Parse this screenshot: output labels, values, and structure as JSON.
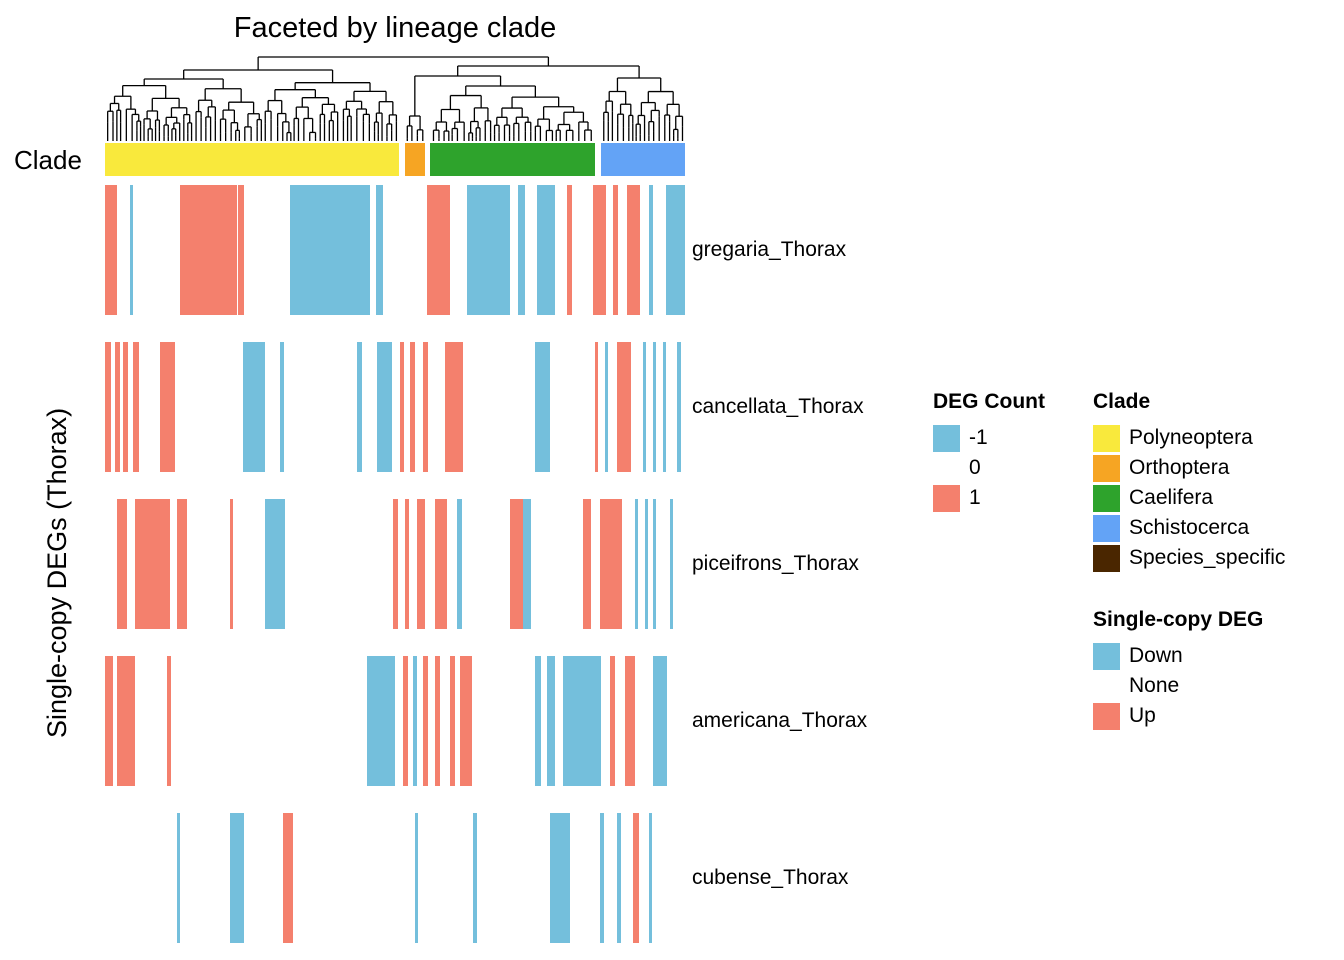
{
  "title": "Faceted by lineage clade",
  "y_axis_label": "Single-copy DEGs (Thorax)",
  "clade_label": "Clade",
  "colors": {
    "up": "#F4806D",
    "down": "#74BFDC",
    "none": "#FFFFFF",
    "polyneoptera": "#F9E93C",
    "orthoptera": "#F6A523",
    "caelifera": "#2EA32C",
    "schistocerca": "#63A3F6",
    "species_specific": "#4A2600"
  },
  "chart_data": {
    "type": "heatmap",
    "title": "Faceted by lineage clade",
    "ylabel": "Single-copy DEGs (Thorax)",
    "xlabel": "",
    "value_domain": [
      -1,
      0,
      1
    ],
    "value_colors": {
      "-1": "#74BFDC",
      "0": "#FFFFFF",
      "1": "#F4806D"
    },
    "top_annotation": "dendrogram (hierarchical clustering of genes, faceted by lineage clade)",
    "clade_bar": [
      {
        "clade": "Polyneoptera",
        "start_frac": 0.0,
        "end_frac": 0.507,
        "color": "#F9E93C"
      },
      {
        "clade": "Orthoptera",
        "start_frac": 0.517,
        "end_frac": 0.552,
        "color": "#F6A523"
      },
      {
        "clade": "Caelifera",
        "start_frac": 0.56,
        "end_frac": 0.845,
        "color": "#2EA32C"
      },
      {
        "clade": "Schistocerca",
        "start_frac": 0.855,
        "end_frac": 1.0,
        "color": "#63A3F6"
      }
    ],
    "rows": [
      {
        "label": "gregaria_Thorax",
        "segments": [
          [
            0.0,
            0.021,
            1
          ],
          [
            0.043,
            0.006,
            -1
          ],
          [
            0.129,
            0.098,
            1
          ],
          [
            0.229,
            0.01,
            1
          ],
          [
            0.319,
            0.138,
            -1
          ],
          [
            0.467,
            0.012,
            -1
          ],
          [
            0.555,
            0.04,
            1
          ],
          [
            0.624,
            0.074,
            -1
          ],
          [
            0.712,
            0.012,
            -1
          ],
          [
            0.745,
            0.031,
            -1
          ],
          [
            0.797,
            0.009,
            1
          ],
          [
            0.841,
            0.022,
            1
          ],
          [
            0.876,
            0.009,
            1
          ],
          [
            0.9,
            0.022,
            1
          ],
          [
            0.938,
            0.007,
            -1
          ],
          [
            0.967,
            0.033,
            -1
          ]
        ]
      },
      {
        "label": "cancellata_Thorax",
        "segments": [
          [
            0.0,
            0.01,
            1
          ],
          [
            0.017,
            0.009,
            1
          ],
          [
            0.031,
            0.009,
            1
          ],
          [
            0.048,
            0.01,
            1
          ],
          [
            0.095,
            0.026,
            1
          ],
          [
            0.238,
            0.038,
            -1
          ],
          [
            0.302,
            0.007,
            -1
          ],
          [
            0.434,
            0.009,
            -1
          ],
          [
            0.469,
            0.026,
            -1
          ],
          [
            0.509,
            0.007,
            1
          ],
          [
            0.526,
            0.009,
            1
          ],
          [
            0.548,
            0.009,
            1
          ],
          [
            0.586,
            0.031,
            1
          ],
          [
            0.741,
            0.026,
            -1
          ],
          [
            0.845,
            0.005,
            1
          ],
          [
            0.862,
            0.005,
            -1
          ],
          [
            0.883,
            0.024,
            1
          ],
          [
            0.928,
            0.005,
            -1
          ],
          [
            0.945,
            0.005,
            -1
          ],
          [
            0.962,
            0.005,
            -1
          ],
          [
            0.986,
            0.007,
            -1
          ]
        ]
      },
      {
        "label": "piceifrons_Thorax",
        "segments": [
          [
            0.021,
            0.017,
            1
          ],
          [
            0.052,
            0.06,
            1
          ],
          [
            0.124,
            0.017,
            1
          ],
          [
            0.216,
            0.005,
            1
          ],
          [
            0.276,
            0.034,
            -1
          ],
          [
            0.497,
            0.009,
            1
          ],
          [
            0.517,
            0.007,
            1
          ],
          [
            0.538,
            0.014,
            1
          ],
          [
            0.569,
            0.021,
            1
          ],
          [
            0.607,
            0.009,
            -1
          ],
          [
            0.698,
            0.022,
            1
          ],
          [
            0.721,
            0.014,
            -1
          ],
          [
            0.824,
            0.014,
            1
          ],
          [
            0.853,
            0.038,
            1
          ],
          [
            0.914,
            0.005,
            -1
          ],
          [
            0.931,
            0.005,
            -1
          ],
          [
            0.945,
            0.005,
            -1
          ],
          [
            0.974,
            0.005,
            -1
          ]
        ]
      },
      {
        "label": "americana_Thorax",
        "segments": [
          [
            0.0,
            0.014,
            1
          ],
          [
            0.021,
            0.031,
            1
          ],
          [
            0.107,
            0.007,
            1
          ],
          [
            0.452,
            0.048,
            -1
          ],
          [
            0.514,
            0.009,
            1
          ],
          [
            0.531,
            0.007,
            -1
          ],
          [
            0.548,
            0.009,
            1
          ],
          [
            0.569,
            0.009,
            1
          ],
          [
            0.595,
            0.009,
            1
          ],
          [
            0.612,
            0.021,
            1
          ],
          [
            0.741,
            0.01,
            -1
          ],
          [
            0.762,
            0.014,
            -1
          ],
          [
            0.79,
            0.066,
            -1
          ],
          [
            0.871,
            0.009,
            1
          ],
          [
            0.897,
            0.017,
            1
          ],
          [
            0.945,
            0.024,
            -1
          ]
        ]
      },
      {
        "label": "cubense_Thorax",
        "segments": [
          [
            0.124,
            0.005,
            -1
          ],
          [
            0.216,
            0.024,
            -1
          ],
          [
            0.307,
            0.017,
            1
          ],
          [
            0.534,
            0.005,
            -1
          ],
          [
            0.634,
            0.007,
            -1
          ],
          [
            0.767,
            0.034,
            -1
          ],
          [
            0.853,
            0.007,
            -1
          ],
          [
            0.883,
            0.007,
            -1
          ],
          [
            0.91,
            0.01,
            1
          ],
          [
            0.938,
            0.005,
            -1
          ]
        ]
      }
    ]
  },
  "legends": [
    {
      "title": "DEG Count",
      "items": [
        {
          "label": "-1",
          "color": "#74BFDC"
        },
        {
          "label": "0",
          "color": null
        },
        {
          "label": "1",
          "color": "#F4806D"
        }
      ]
    },
    {
      "title": "Clade",
      "items": [
        {
          "label": "Polyneoptera",
          "color": "#F9E93C"
        },
        {
          "label": "Orthoptera",
          "color": "#F6A523"
        },
        {
          "label": "Caelifera",
          "color": "#2EA32C"
        },
        {
          "label": "Schistocerca",
          "color": "#63A3F6"
        },
        {
          "label": "Species_specific",
          "color": "#4A2600"
        }
      ]
    },
    {
      "title": "Single-copy DEG",
      "items": [
        {
          "label": "Down",
          "color": "#74BFDC"
        },
        {
          "label": "None",
          "color": null
        },
        {
          "label": "Up",
          "color": "#F4806D"
        }
      ]
    }
  ]
}
